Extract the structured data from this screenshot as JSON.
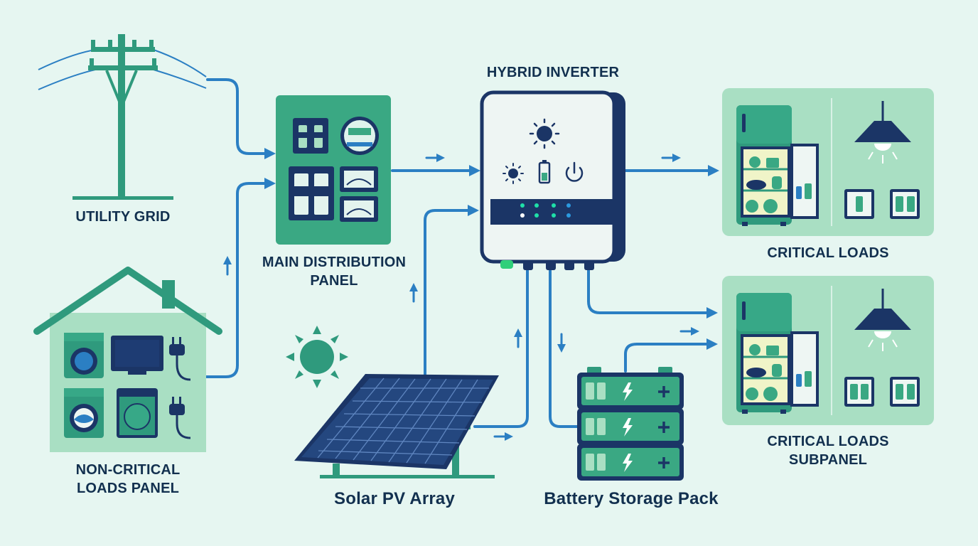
{
  "nodes": {
    "utility_grid": {
      "label": "UTILITY GRID"
    },
    "main_panel": {
      "label_line1": "MAIN DISTRIBUTION",
      "label_line2": "PANEL"
    },
    "inverter": {
      "label": "HYBRID INVERTER"
    },
    "critical_loads": {
      "label": "CRITICAL LOADS"
    },
    "critical_subpanel": {
      "label_line1": "CRITICAL LOADS",
      "label_line2": "SUBPANEL"
    },
    "noncritical_panel": {
      "label_line1": "NON-CRITICAL",
      "label_line2": "LOADS PANEL"
    },
    "solar": {
      "label": "Solar PV Array"
    },
    "battery": {
      "label": "Battery Storage Pack"
    }
  },
  "icons": [
    "utility-pole-icon",
    "distribution-panel-icon",
    "hybrid-inverter-icon",
    "sun-icon",
    "battery-icon",
    "power-icon",
    "refrigerator-icon",
    "ceiling-lamp-icon",
    "light-switch-icon",
    "house-icon",
    "washing-machine-icon",
    "tv-icon",
    "dryer-icon",
    "plug-icon",
    "solar-panel-icon",
    "battery-pack-icon",
    "lightning-icon",
    "plus-icon",
    "flow-arrow-icon"
  ],
  "colors": {
    "background": "#e6f6f1",
    "navy": "#1b3566",
    "teal": "#2fa07c",
    "light_green": "#a9dfc3",
    "flow_blue": "#2b7fc3",
    "label": "#12304f"
  }
}
